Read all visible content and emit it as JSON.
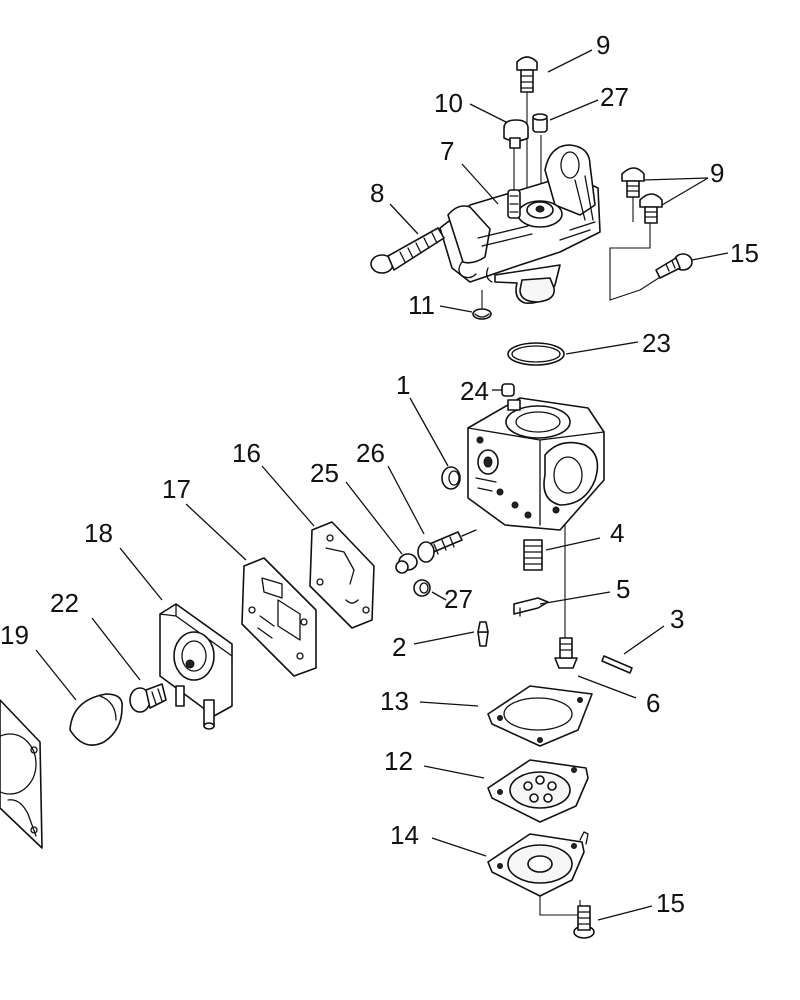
{
  "diagram": {
    "colors": {
      "line": "#111111",
      "background": "#ffffff"
    },
    "callouts": [
      {
        "id": "c9a",
        "label": "9"
      },
      {
        "id": "c27a",
        "label": "27"
      },
      {
        "id": "c10",
        "label": "10"
      },
      {
        "id": "c7",
        "label": "7"
      },
      {
        "id": "c9b",
        "label": "9"
      },
      {
        "id": "c8",
        "label": "8"
      },
      {
        "id": "c15a",
        "label": "15"
      },
      {
        "id": "c11",
        "label": "11"
      },
      {
        "id": "c23",
        "label": "23"
      },
      {
        "id": "c1",
        "label": "1"
      },
      {
        "id": "c24",
        "label": "24"
      },
      {
        "id": "c16",
        "label": "16"
      },
      {
        "id": "c26",
        "label": "26"
      },
      {
        "id": "c25",
        "label": "25"
      },
      {
        "id": "c17",
        "label": "17"
      },
      {
        "id": "c4",
        "label": "4"
      },
      {
        "id": "c18",
        "label": "18"
      },
      {
        "id": "c5",
        "label": "5"
      },
      {
        "id": "c27b",
        "label": "27"
      },
      {
        "id": "c22",
        "label": "22"
      },
      {
        "id": "c3",
        "label": "3"
      },
      {
        "id": "c19",
        "label": "19"
      },
      {
        "id": "c2",
        "label": "2"
      },
      {
        "id": "c6",
        "label": "6"
      },
      {
        "id": "c13",
        "label": "13"
      },
      {
        "id": "c12",
        "label": "12"
      },
      {
        "id": "c14",
        "label": "14"
      },
      {
        "id": "c15b",
        "label": "15"
      }
    ]
  }
}
